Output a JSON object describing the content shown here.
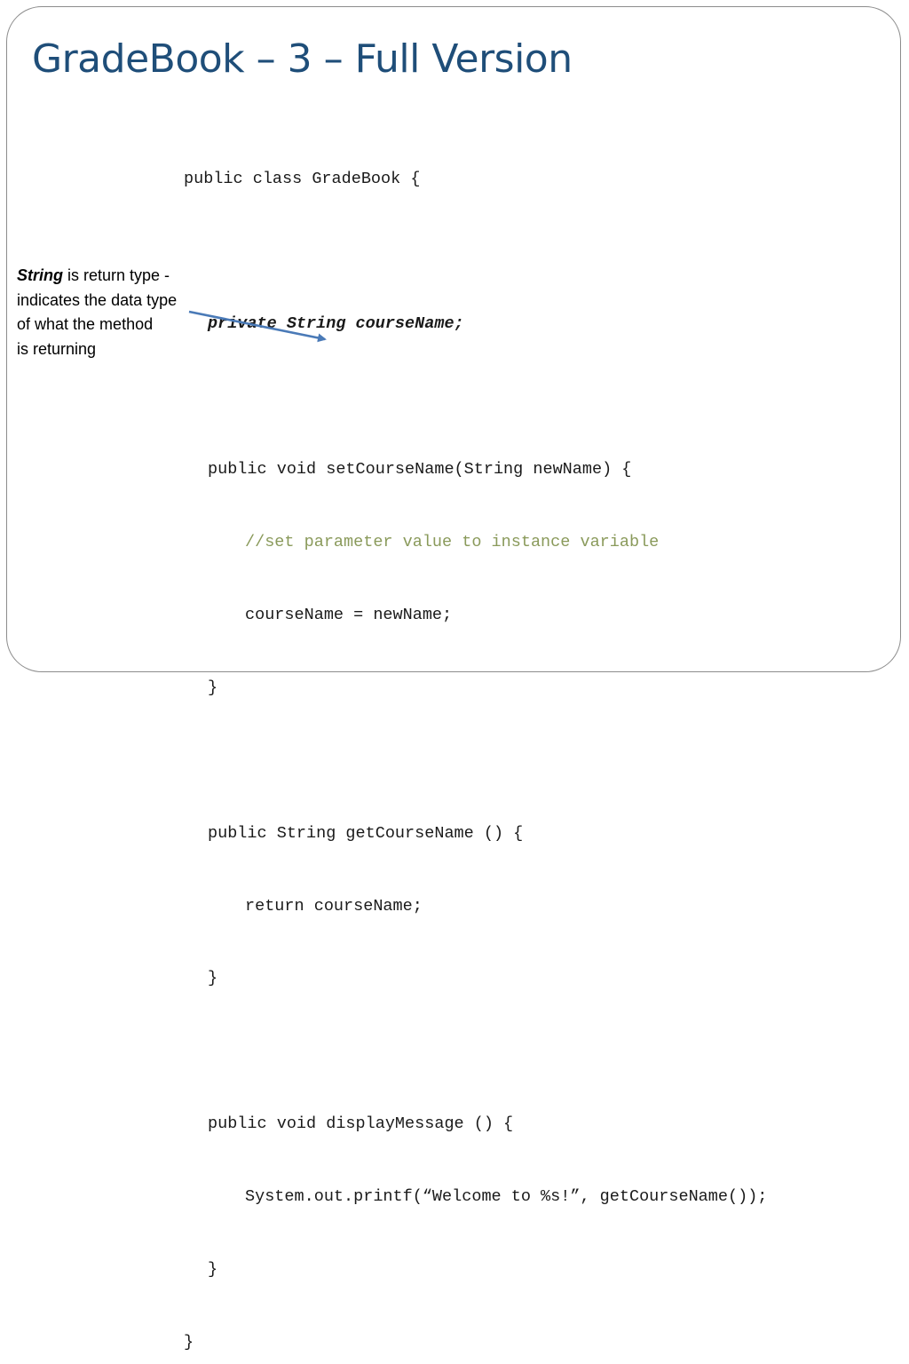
{
  "slide": {
    "title": "GradeBook – 3 – Full Version",
    "colors": {
      "title": "#1f4e79",
      "comment": "#8a9a5b",
      "arrow": "#4a7ab7",
      "border": "#8c8c8c"
    }
  },
  "code": {
    "lines": [
      {
        "text": "public class GradeBook {"
      },
      {
        "text": ""
      },
      {
        "text": "private String courseName;"
      },
      {
        "text": ""
      },
      {
        "text": "public void setCourseName(String newName) {"
      },
      {
        "text": "//set parameter value to instance variable"
      },
      {
        "text": "courseName = newName;"
      },
      {
        "text": "}"
      },
      {
        "text": ""
      },
      {
        "text": "public String getCourseName () {"
      },
      {
        "text": "return courseName;"
      },
      {
        "text": "}"
      },
      {
        "text": ""
      },
      {
        "text": "public void displayMessage () {"
      },
      {
        "text": "System.out.printf(“Welcome to %s!”, getCourseName());"
      },
      {
        "text": "}"
      },
      {
        "text": "}"
      }
    ]
  },
  "annotation": {
    "emphasis": "String",
    "line1_rest": " is return type -",
    "line2": "indicates the data type",
    "line3": "of what the method",
    "line4": "is returning"
  }
}
